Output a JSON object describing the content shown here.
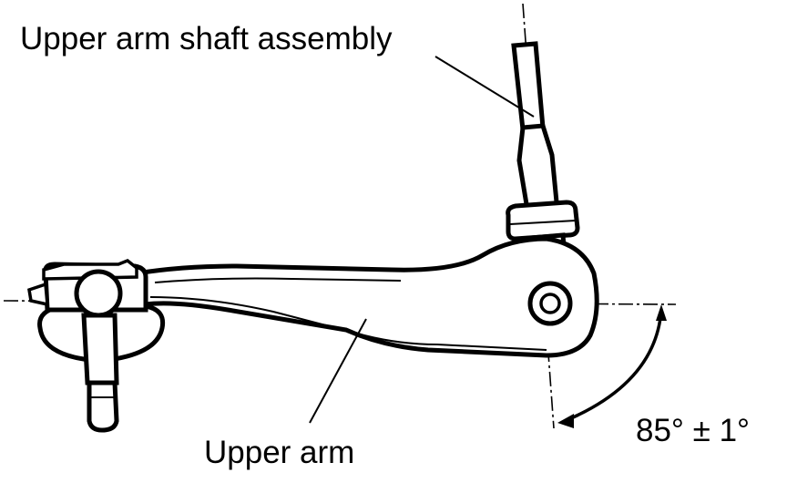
{
  "labels": {
    "shaft_assembly": "Upper arm shaft assembly",
    "upper_arm": "Upper arm",
    "angle": "85° ± 1°"
  },
  "colors": {
    "ink": "#000000",
    "background": "#ffffff"
  }
}
